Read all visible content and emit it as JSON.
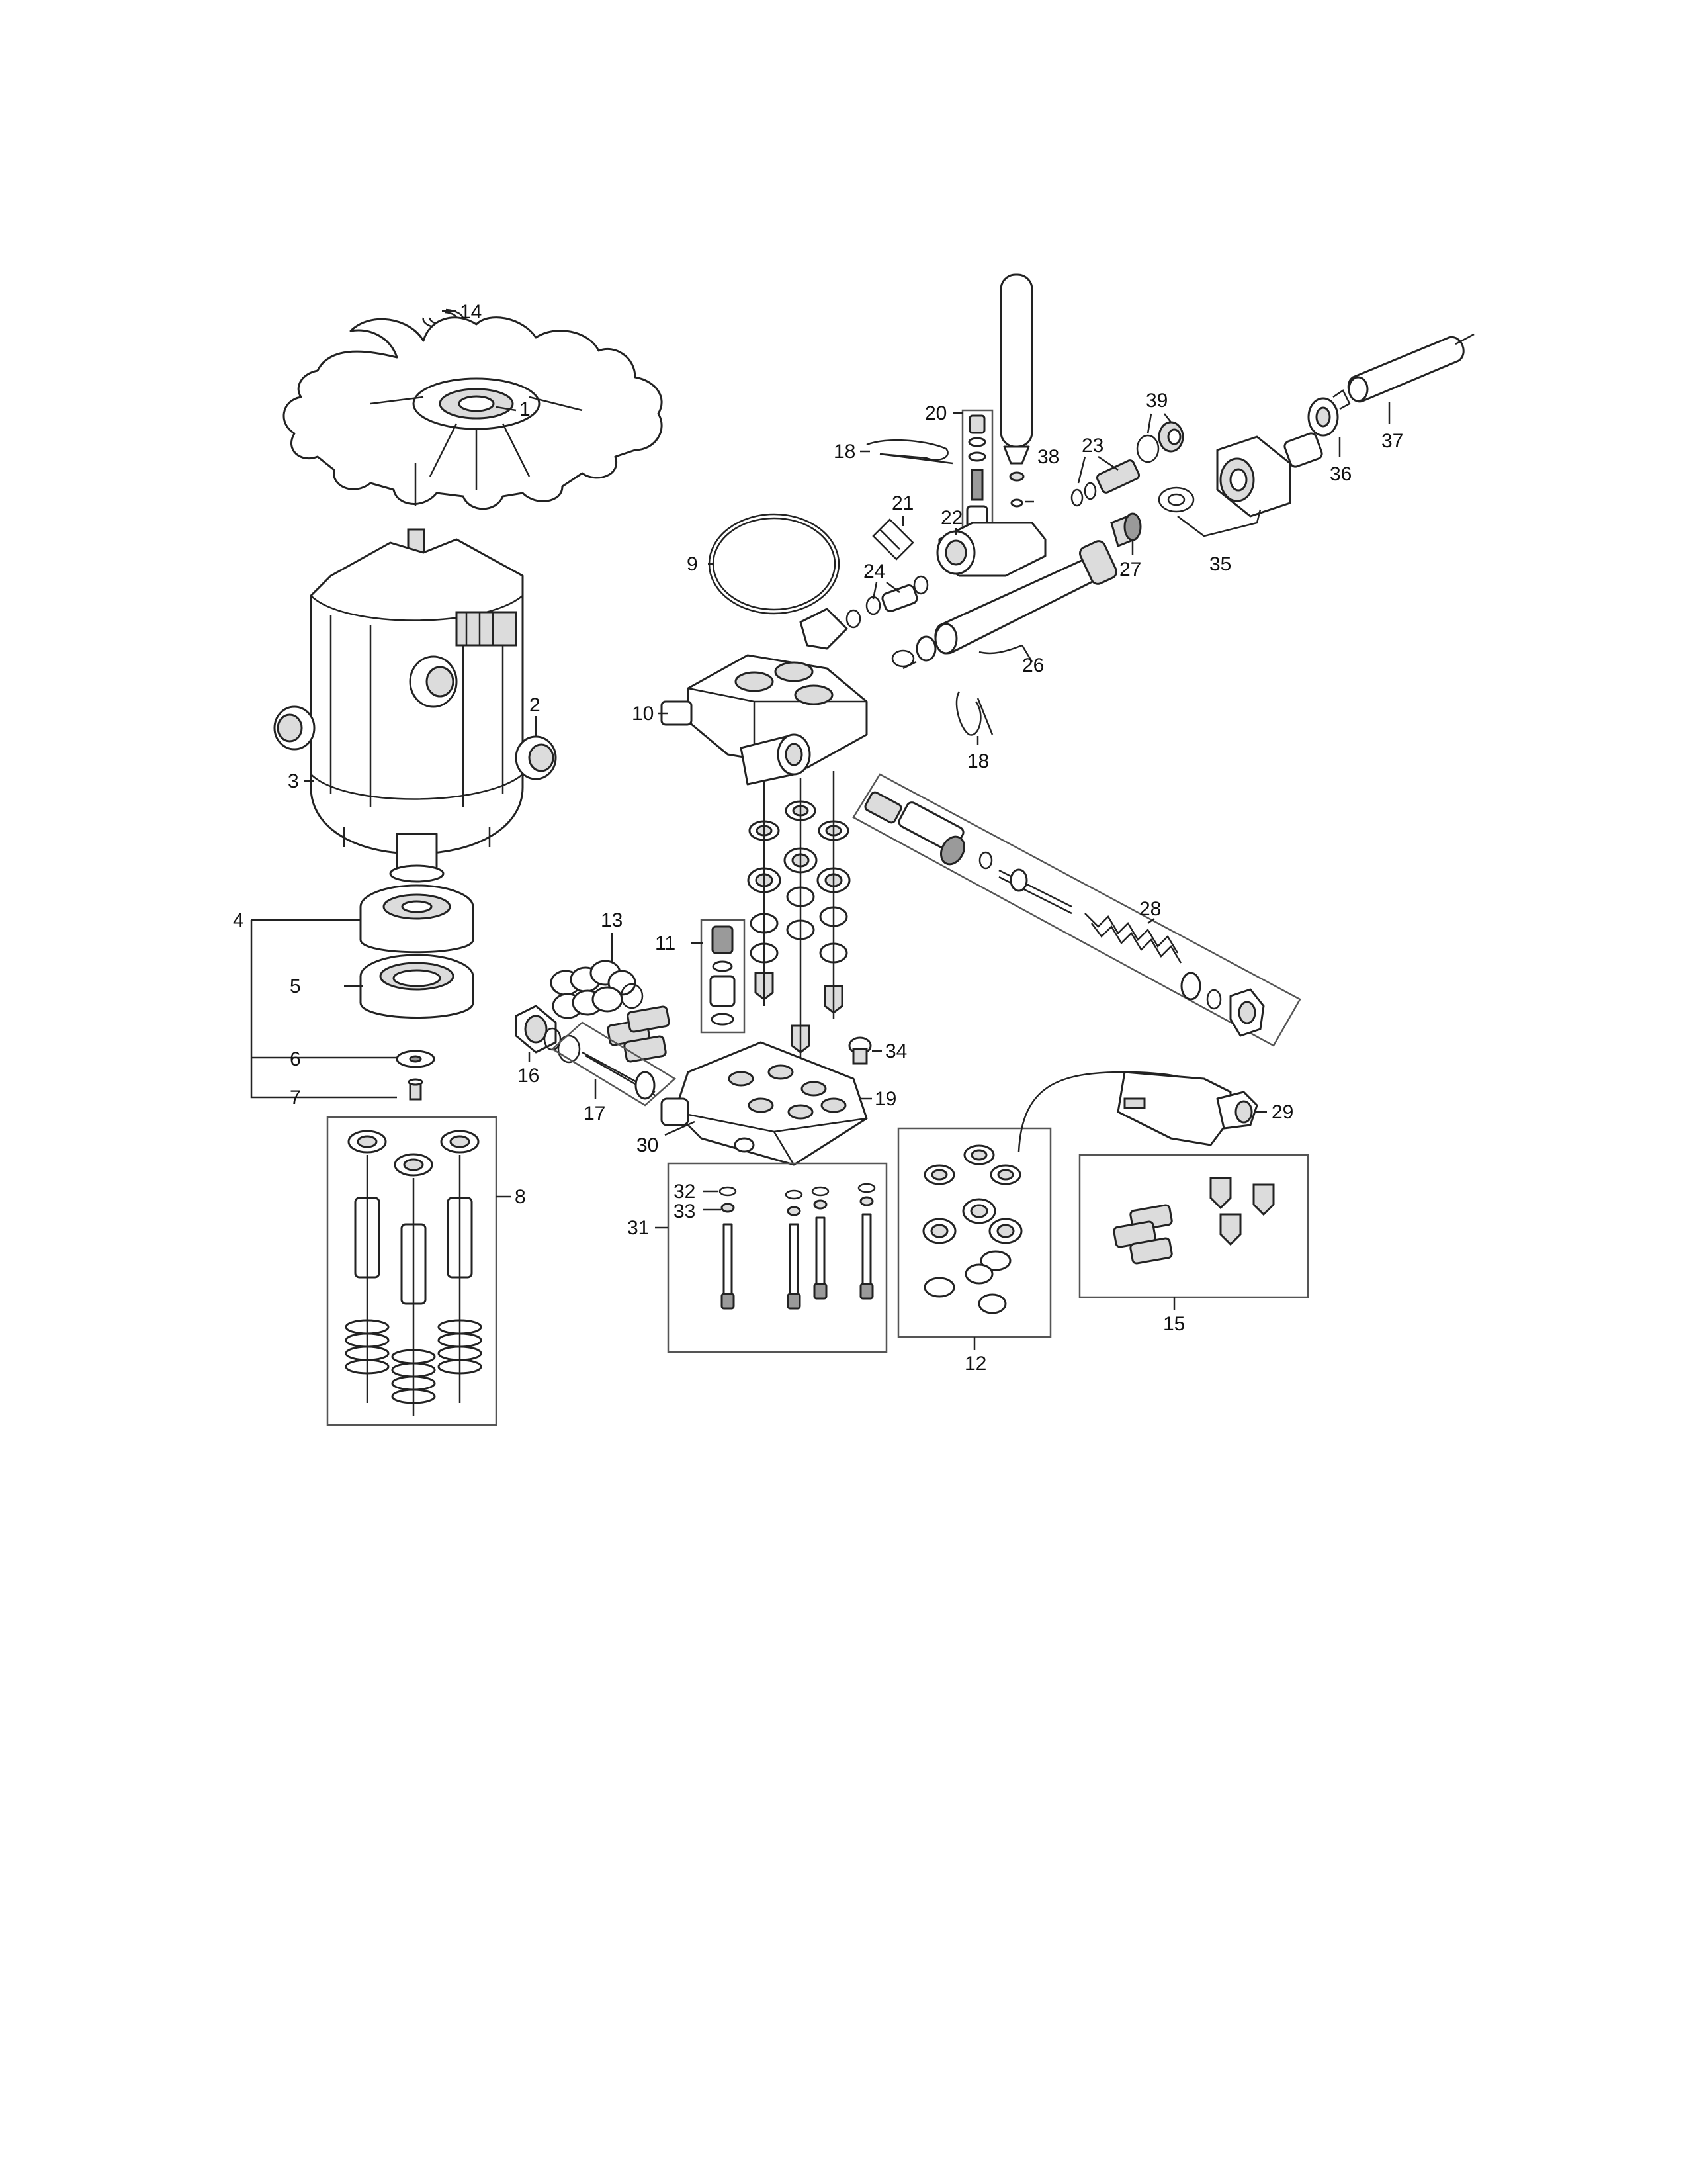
{
  "callouts": {
    "c1": "1",
    "c2": "2",
    "c3": "3",
    "c4": "4",
    "c5": "5",
    "c6": "6",
    "c7": "7",
    "c8": "8",
    "c9": "9",
    "c10": "10",
    "c11": "11",
    "c12": "12",
    "c13": "13",
    "c14": "14",
    "c15": "15",
    "c16": "16",
    "c17": "17",
    "c18a": "18",
    "c18b": "18",
    "c19": "19",
    "c20": "20",
    "c21": "21",
    "c22": "22",
    "c23": "23",
    "c24": "24",
    "c26": "26",
    "c27": "27",
    "c28": "28",
    "c29": "29",
    "c30": "30",
    "c31": "31",
    "c32": "32",
    "c33": "33",
    "c34": "34",
    "c35": "35",
    "c36": "36",
    "c37": "37",
    "c38": "38",
    "c39": "39"
  },
  "colors": {
    "line": "#222222",
    "fill": "#ffffff",
    "shade": "#dcdcdc",
    "dark": "#9a9a9a"
  }
}
